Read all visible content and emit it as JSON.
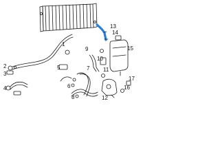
{
  "diagram": {
    "line_color": "#1a1a1a",
    "highlight_color": "#2b7fd9",
    "background": "#ffffff",
    "highlighted_part": "radiator-outlet-hose",
    "callouts": [
      "1",
      "2",
      "3",
      "4",
      "5",
      "6",
      "7",
      "8",
      "9",
      "10",
      "11",
      "12",
      "13",
      "14",
      "15",
      "16",
      "17"
    ]
  }
}
